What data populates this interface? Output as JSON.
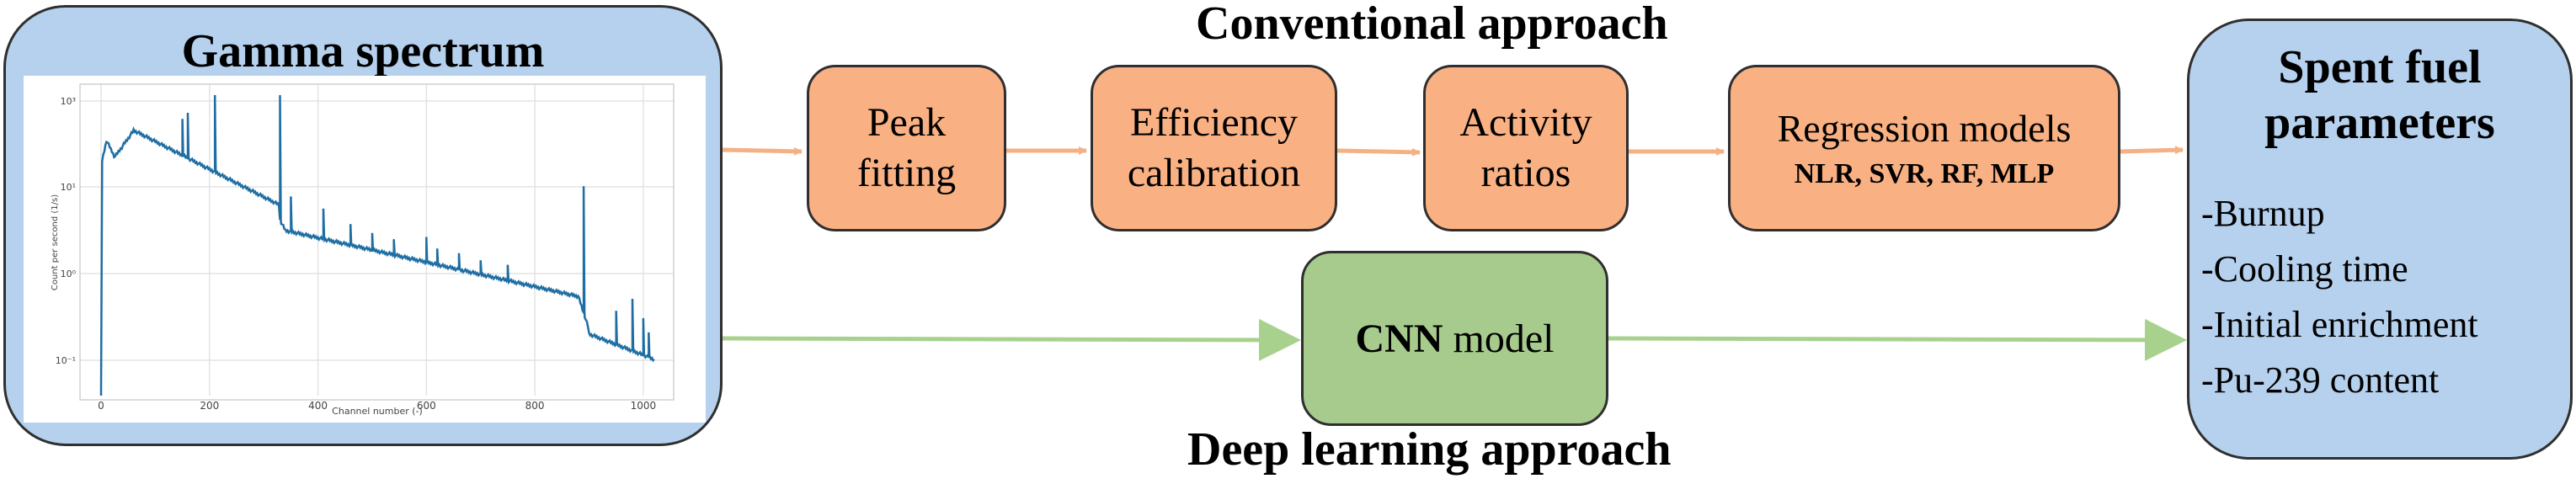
{
  "titles": {
    "conventional": "Conventional approach",
    "deep_learning": "Deep learning approach"
  },
  "spectrum": {
    "title": "Gamma spectrum",
    "ylabel": "Count per second (1/s)",
    "xlabel": "Channel number (-)",
    "xticks": [
      "0",
      "200",
      "400",
      "600",
      "800",
      "1000"
    ],
    "yticks": [
      "10³",
      "10¹",
      "10⁰",
      "10⁻¹"
    ]
  },
  "steps": {
    "peak": [
      "Peak",
      "fitting"
    ],
    "efficiency": [
      "Efficiency",
      "calibration"
    ],
    "activity": [
      "Activity",
      "ratios"
    ],
    "regression": {
      "line1": "Regression models",
      "line2": "NLR, SVR, RF, MLP"
    }
  },
  "cnn": {
    "bold": "CNN",
    "rest": " model"
  },
  "output": {
    "title_line1": "Spent fuel",
    "title_line2": "parameters",
    "items": [
      "-Burnup",
      "-Cooling time",
      "-Initial enrichment",
      "-Pu-239 content"
    ]
  },
  "colors": {
    "orange": "#f9b183",
    "green": "#a6cb8c",
    "blue": "#b6d1ee",
    "arrow_orange": "#f4b183",
    "arrow_green": "#a9d18e",
    "plot_line": "#1f6ea3"
  }
}
